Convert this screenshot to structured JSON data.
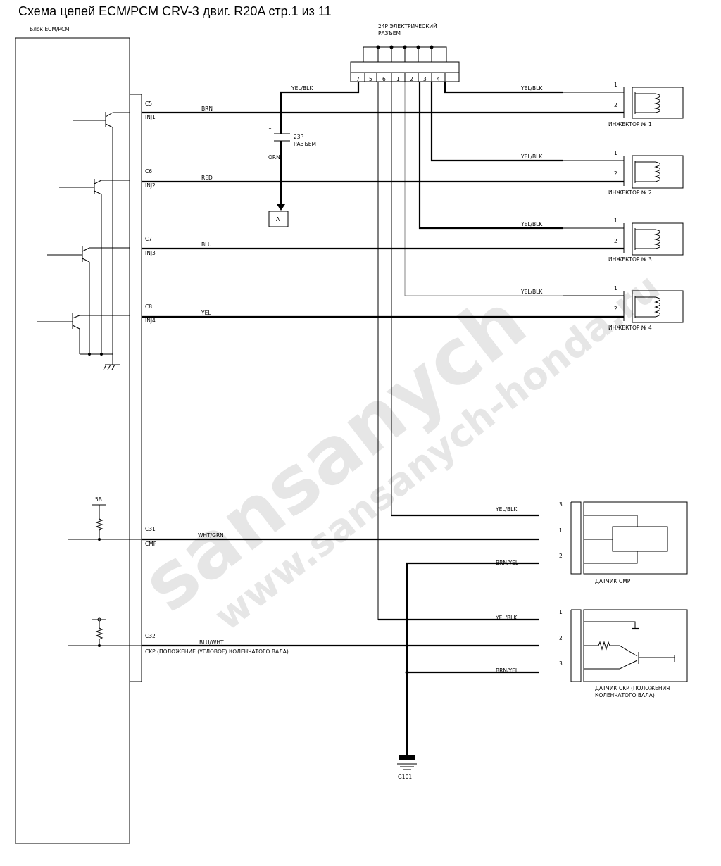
{
  "title": "Схема цепей ECM/PCM CRV-3 двиг. R20A  стр.1 из 11",
  "ecm_label": "Блок ECM/PCM",
  "connector24": {
    "label1": "24P ЭЛЕКТРИЧЕСКИЙ",
    "label2": "РАЗЪЕМ",
    "pins": [
      "7",
      "5",
      "6",
      "1",
      "2",
      "3",
      "4"
    ]
  },
  "connector23": {
    "pin": "1",
    "label1": "23P",
    "label2": "РАЗЪЕМ",
    "wire": "ORN"
  },
  "ref_box": "A",
  "injectors": [
    {
      "pin": "C5",
      "signal": "INJ1",
      "wire": "BRN",
      "supply": "YEL/BLK",
      "pin1": "1",
      "pin2": "2",
      "name": "ИНЖЕКТОР № 1"
    },
    {
      "pin": "C6",
      "signal": "INJ2",
      "wire": "RED",
      "supply": "YEL/BLK",
      "pin1": "1",
      "pin2": "2",
      "name": "ИНЖЕКТОР № 2"
    },
    {
      "pin": "C7",
      "signal": "INJ3",
      "wire": "BLU",
      "supply": "YEL/BLK",
      "pin1": "1",
      "pin2": "2",
      "name": "ИНЖЕКТОР № 3"
    },
    {
      "pin": "C8",
      "signal": "INJ4",
      "wire": "YEL",
      "supply": "YEL/BLK",
      "pin1": "1",
      "pin2": "2",
      "name": "ИНЖЕКТОР № 4"
    }
  ],
  "supply_top": "YEL/BLK",
  "cmp": {
    "voltage": "5В",
    "pin": "C31",
    "signal": "CMP",
    "wire": "WHT/GRN",
    "supply": "YEL/BLK",
    "ground": "BRN/YEL",
    "pins": [
      "3",
      "1",
      "2"
    ],
    "name": "ДАТЧИК CMP"
  },
  "ckp": {
    "pin": "C32",
    "signal": "CKP (ПОЛОЖЕНИЕ (УГЛОВОЕ) КОЛЕНЧАТОГО ВАЛА)",
    "wire": "BLU/WHT",
    "supply": "YEL/BLK",
    "ground": "BRN/YEL",
    "pins": [
      "1",
      "2",
      "3"
    ],
    "name1": "ДАТЧИК CKP (ПОЛОЖЕНИЯ",
    "name2": "КОЛЕНЧАТОГО ВАЛА)"
  },
  "ground_label": "G101",
  "watermark1": "sansanych",
  "watermark2": "www.sansanych-honda.ru"
}
